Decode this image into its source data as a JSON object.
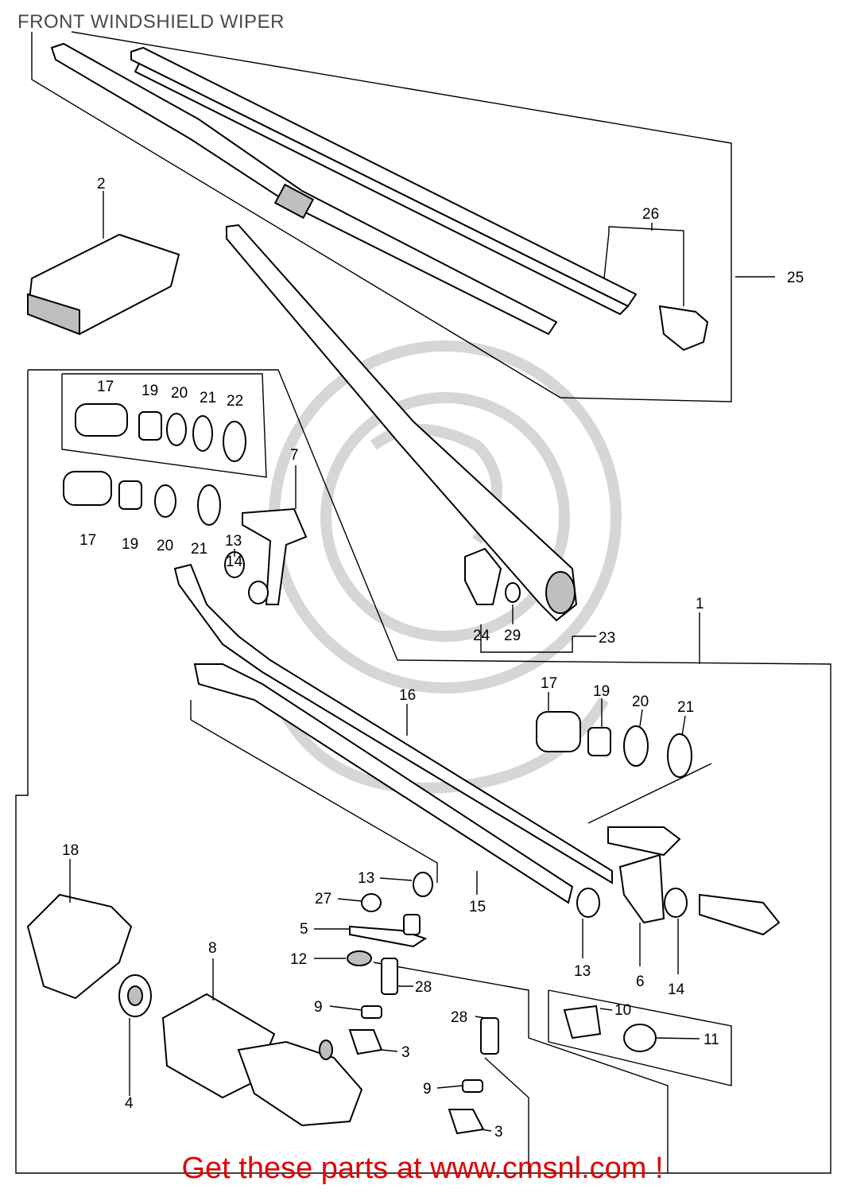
{
  "title": "FRONT WINDSHIELD WIPER",
  "footer": "Get these parts at www.cmsnl.com !",
  "accent_color": "#e00000",
  "callouts": {
    "c2": "2",
    "c26": "26",
    "c25": "25",
    "c17a": "17",
    "c19a": "19",
    "c20a": "20",
    "c21a": "21",
    "c22a": "22",
    "c7": "7",
    "c17b": "17",
    "c19b": "19",
    "c20b": "20",
    "c21b": "21",
    "c13a": "13",
    "c14a": "14",
    "c24": "24",
    "c29": "29",
    "c23": "23",
    "c1": "1",
    "c16": "16",
    "c17c": "17",
    "c19c": "19",
    "c20c": "20",
    "c21c": "21",
    "c18": "18",
    "c13b": "13",
    "c27": "27",
    "c5": "5",
    "c15": "15",
    "c13c": "13",
    "c6": "6",
    "c14b": "14",
    "c12": "12",
    "c8": "8",
    "c28a": "28",
    "c9a": "9",
    "c28b": "28",
    "c3a": "3",
    "c9b": "9",
    "c3b": "3",
    "c4": "4",
    "c10": "10",
    "c11": "11"
  }
}
